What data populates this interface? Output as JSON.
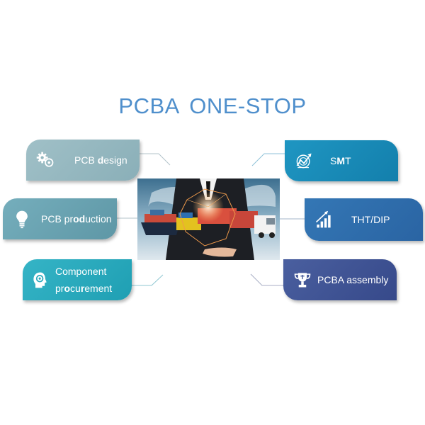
{
  "title": "PCBA ONE-STOP",
  "colors": {
    "title": "#4f8fcc",
    "pcb_design": "#93b7bf",
    "pcb_production": "#6aa3b2",
    "component_procurement": "#2aa9bd",
    "smt": "#1a8bb9",
    "tht_dip": "#2f6fae",
    "pcba_assembly": "#3f5596",
    "connector": "#a8bcc6"
  },
  "left_items": [
    {
      "label_pre": "PCB ",
      "label_bold": "d",
      "label_post": "esign",
      "icon": "gears-icon"
    },
    {
      "label_pre": "PCB pr",
      "label_bold": "od",
      "label_post": "uction",
      "icon": "lightbulb-icon"
    },
    {
      "line1": "Component",
      "line2_pre": "pr",
      "line2_bold": "o",
      "line2_mid": "cu",
      "line2_bold2": "r",
      "line2_post": "ement",
      "icon": "head-gear-icon"
    }
  ],
  "right_items": [
    {
      "label_pre": "S",
      "label_bold": "M",
      "label_post": "T",
      "icon": "target-trend-icon"
    },
    {
      "label": "THT/DIP",
      "icon": "bar-chart-growth-icon"
    },
    {
      "label": "PCBA assembly",
      "icon": "trophy-icon"
    }
  ],
  "center_image": {
    "description": "businessman holding glowing global logistics network with cargo ship, containers and truck"
  }
}
